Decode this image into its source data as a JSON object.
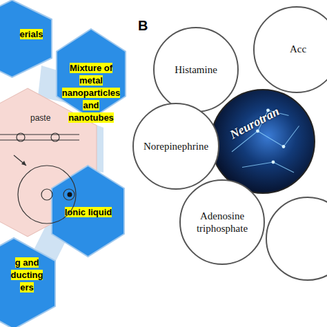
{
  "diagram": {
    "nodes": [
      {
        "text": [
          "erials"
        ]
      },
      {
        "text": [
          "Mixture of metal nanoparticles and nanotubes"
        ]
      },
      {
        "text": [
          "paste"
        ]
      },
      {
        "text": [
          "Ionic liquid"
        ]
      },
      {
        "text": [
          "g and ducting ers"
        ]
      },
      {
        "text": [
          "Histamine"
        ]
      },
      {
        "text": [
          "Acc"
        ]
      },
      {
        "text": [
          "Neurotran"
        ]
      },
      {
        "text": [
          "Norepinephrine"
        ]
      },
      {
        "text": [
          "Adenosine triphosphate"
        ]
      }
    ],
    "labels": [
      "B"
    ]
  }
}
